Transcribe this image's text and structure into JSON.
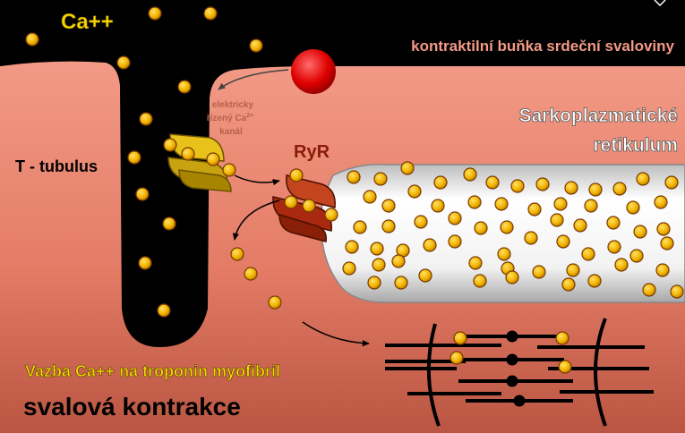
{
  "labels": {
    "ca_top": "Ca++",
    "cell_title": "kontraktilní buňka srdeční svaloviny",
    "sr_line1": "Sarkoplazmatické",
    "sr_line2": "retikulum",
    "t_tubulus": "T - tubulus",
    "ryr": "RyR",
    "channel_line1": "elektricky",
    "channel_line2": "řízený Ca",
    "channel_sup": "2+",
    "channel_line3": "kanál",
    "troponin": "Vazba Ca++ na troponin myofibril",
    "contraction": "svalová kontrakce"
  },
  "colors": {
    "background": "#000000",
    "cell_top": "#f28f7c",
    "cell_bottom": "#c9604c",
    "calcium_ion": "#f2b400",
    "ion_outline": "#7a3a00",
    "sr_fill": "#e6e6e6",
    "ryr_channel": "#a8290f",
    "voltage_channel": "#e8c21a",
    "stimulus_ball": "#e00000",
    "myofibril": "#000000",
    "title_text": "#ffffff",
    "yellow_text": "#f5d700",
    "channel_text": "#b5604a"
  },
  "icons": {
    "stimulus": "red-stimulus-ball-icon",
    "voltage_channel": "voltage-gated-calcium-channel-icon",
    "ryr_channel": "ryanodine-receptor-channel-icon",
    "corner": "chevron-down-icon"
  }
}
